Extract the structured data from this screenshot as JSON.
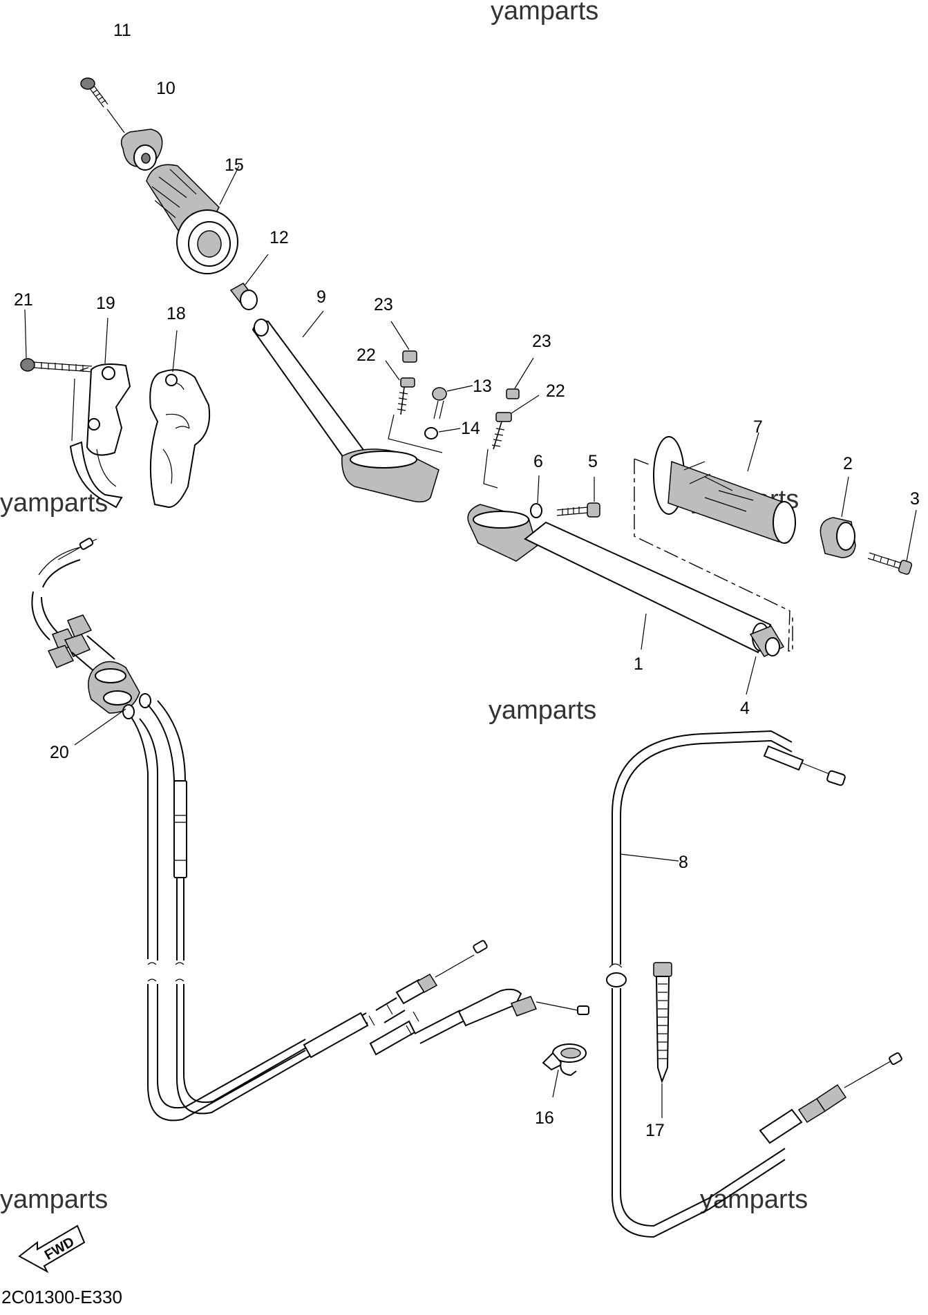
{
  "watermarks": [
    "yamparts",
    "yamparts",
    "yamparts",
    "yamparts",
    "yamparts",
    "yamparts"
  ],
  "callouts": [
    "1",
    "2",
    "3",
    "4",
    "5",
    "6",
    "7",
    "8",
    "9",
    "10",
    "11",
    "12",
    "13",
    "14",
    "15",
    "16",
    "17",
    "18",
    "19",
    "20",
    "21",
    "22",
    "22",
    "23",
    "23"
  ],
  "direction_badge": "FWD",
  "diagram_code": "2C01300-E330"
}
